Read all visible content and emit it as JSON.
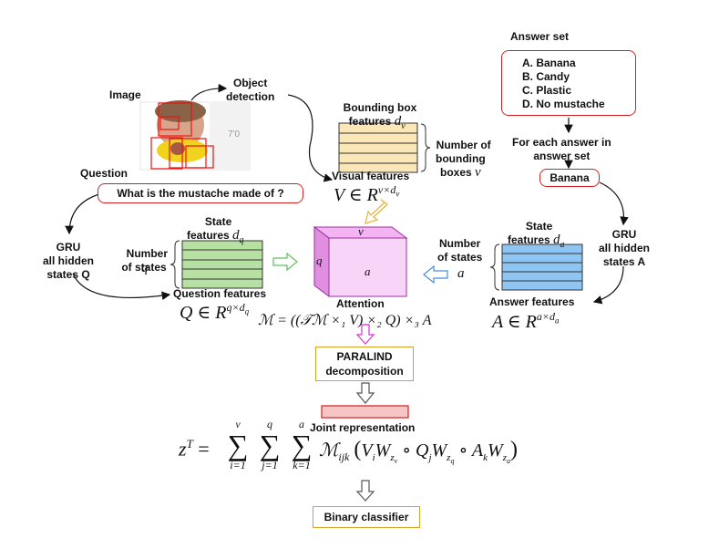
{
  "image_label": "Image",
  "object_detection_label": "Object\ndetection",
  "question_label": "Question",
  "question_text": "What is the mustache made of ?",
  "answer_set_title": "Answer set",
  "answers": [
    "A. Banana",
    "B. Candy",
    "C. Plastic",
    "D. No mustache"
  ],
  "for_each_answer_label": "For each answer in\nanswer set",
  "selected_answer": "Banana",
  "bbox_features_label": "Bounding box\nfeatures",
  "bbox_features_sym": "d",
  "bbox_features_sub": "v",
  "num_bbox_label": "Number of\nbounding\nboxes",
  "num_bbox_sym": "v",
  "visual_features_label": "Visual features",
  "visual_eq": "V ∈ R",
  "visual_eq_sup": "v×d",
  "visual_eq_sup_sub": "v",
  "gru_q_label": "GRU\nall hidden\nstates Q",
  "state_features_q_label": "State\nfeatures",
  "state_features_q_sym": "d",
  "state_features_q_sub": "q",
  "num_states_q_label": "Number\nof states",
  "num_states_q_sym": "q",
  "question_features_label": "Question features",
  "question_eq": "Q ∈ R",
  "question_eq_sup": "q×d",
  "question_eq_sup_sub": "q",
  "cube_top_sym": "v",
  "cube_left_sym": "q",
  "cube_front_sym": "a",
  "attention_label": "Attention",
  "attention_eq": "ℳ = ((𝒯ℳ ×₁ V) ×₂ Q) ×₃ A",
  "state_features_a_label": "State\nfeatures",
  "state_features_a_sym": "d",
  "state_features_a_sub": "a",
  "num_states_a_label": "Number\nof states",
  "num_states_a_sym": "a",
  "gru_a_label": "GRU\nall hidden\nstates A",
  "answer_features_label": "Answer features",
  "answer_eq": "A ∈ R",
  "answer_eq_sup": "a×d",
  "answer_eq_sup_sub": "a",
  "paralind_label": "PARALIND\ndecomposition",
  "joint_rep_label": "Joint representation",
  "joint_eq_lhs": "z",
  "joint_eq_lhs_sup": "T",
  "sum_i_top": "v",
  "sum_i_bottom": "i=1",
  "sum_j_top": "q",
  "sum_j_bottom": "j=1",
  "sum_k_top": "a",
  "sum_k_bottom": "k=1",
  "joint_eq_body": "ℳ",
  "joint_eq_body_sub": "ijk",
  "joint_eq_terms": "( V",
  "joint_eq_rest": "W",
  "binary_classifier_label": "Binary classifier",
  "photo_watermark": "7'0",
  "colors": {
    "visual_fill": "#fbe6b8",
    "question_fill": "#b7e0a3",
    "answer_fill": "#8ec5f2",
    "cube_fill": "#f6c6f6",
    "red": "#d62020",
    "orange": "#d9a021",
    "arrow_gray": "#555555"
  }
}
